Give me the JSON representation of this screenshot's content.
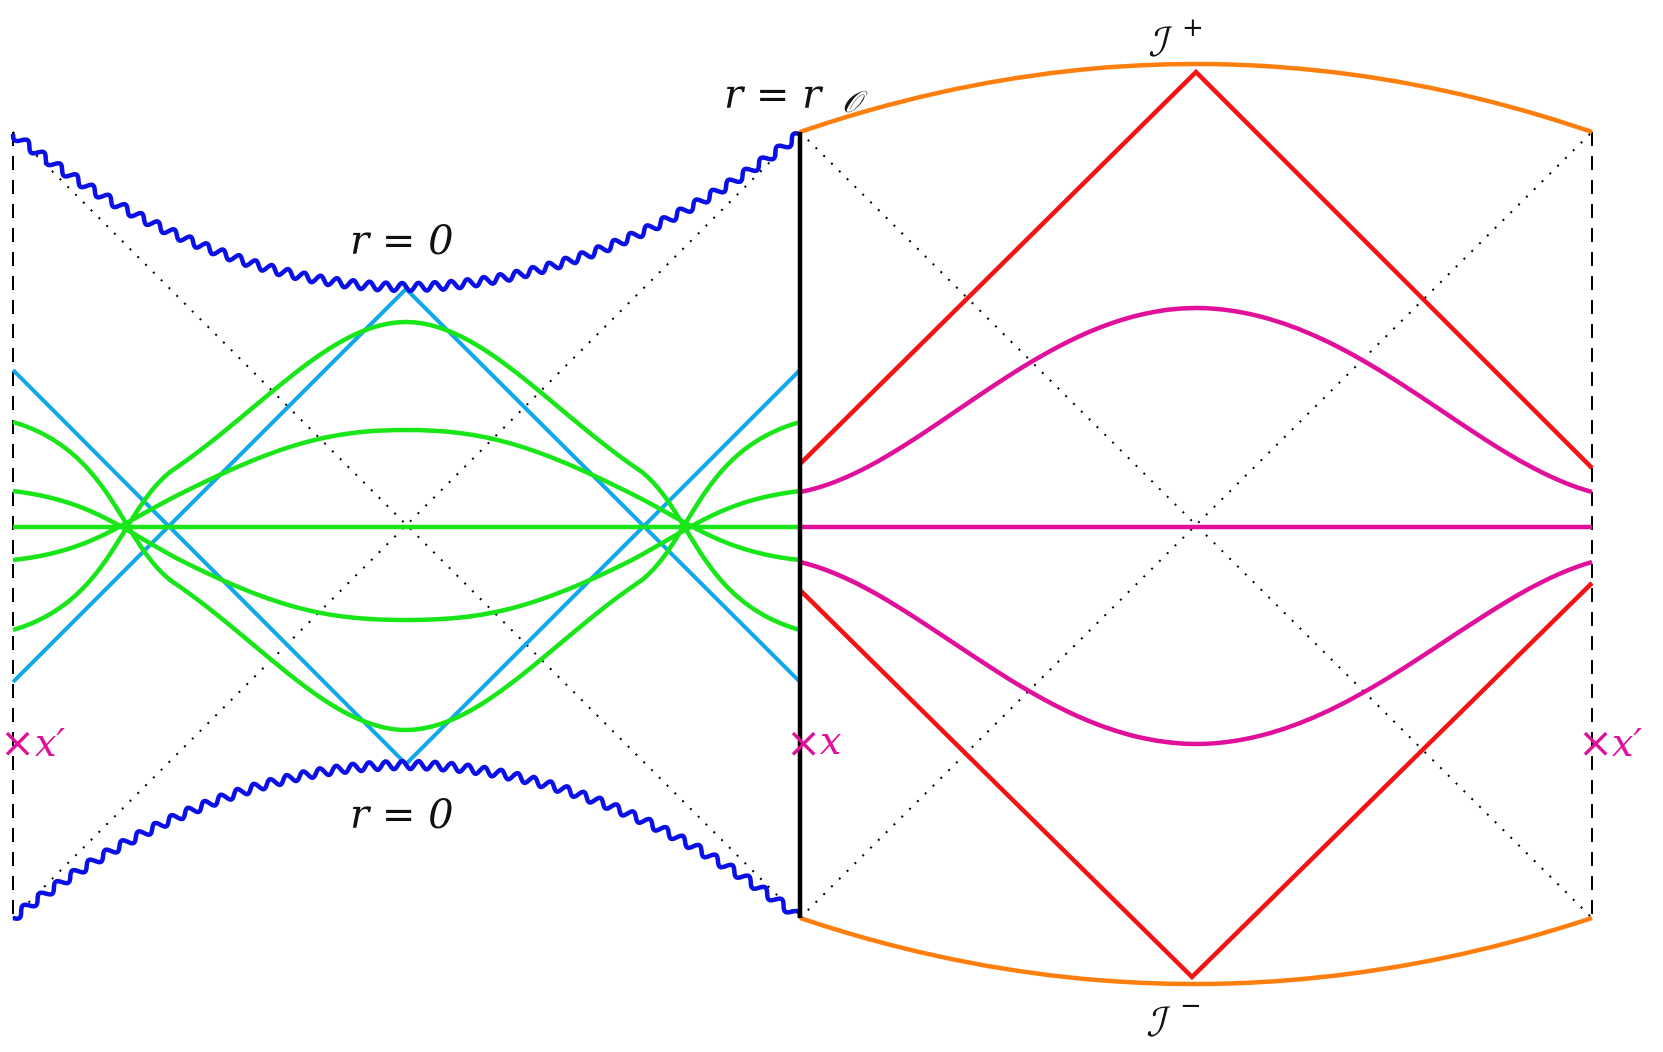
{
  "labels": {
    "scri_plus": "ℐ",
    "scri_plus_sup": "+",
    "scri_minus": "ℐ",
    "scri_minus_sup": "−",
    "r_obs": "r = r",
    "r_obs_sub": "𝒪",
    "r_zero_top": "r = 0",
    "r_zero_bottom": "r = 0",
    "x_point": "x",
    "x_prime_left": "x′",
    "x_prime_right": "x′"
  },
  "marker_symbol": "×",
  "colors": {
    "singularity": "#0a10e6",
    "scri_boundary": "#ff7f0e",
    "horizon_rays": "#f21414",
    "cyan_rays": "#10a8e8",
    "green_slices": "#19e619",
    "pink_slices": "#e0109a",
    "observer_line": "#000000",
    "dotted_lines": "#000000",
    "dashed_edges": "#000000",
    "markers": "#e0109a"
  }
}
